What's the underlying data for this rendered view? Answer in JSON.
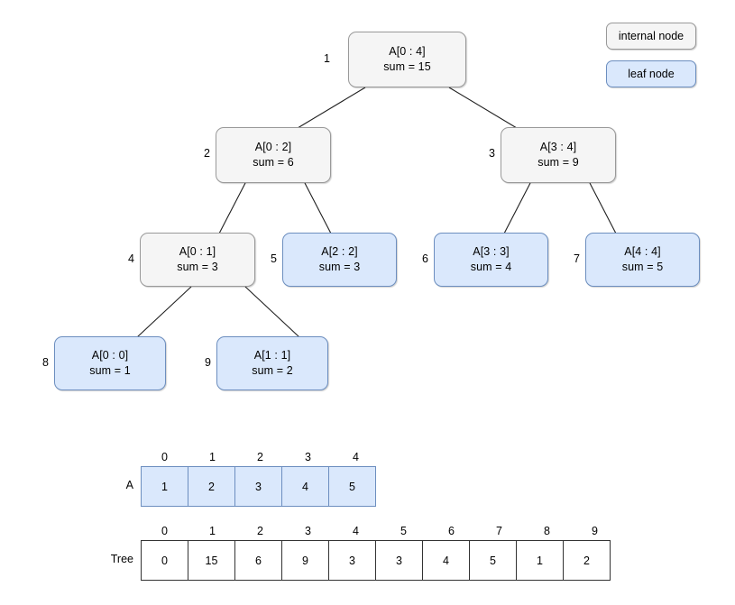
{
  "legend": {
    "internal_label": "internal node",
    "leaf_label": "leaf node",
    "internal_color": "#f5f5f5",
    "internal_border": "#999999",
    "leaf_color": "#dae8fc",
    "leaf_border": "#6c8ebf"
  },
  "tree": {
    "nodes": [
      {
        "index": "1",
        "range": "A[0 : 4]",
        "sum": "sum = 15",
        "type": "internal"
      },
      {
        "index": "2",
        "range": "A[0 : 2]",
        "sum": "sum = 6",
        "type": "internal"
      },
      {
        "index": "3",
        "range": "A[3 : 4]",
        "sum": "sum = 9",
        "type": "internal"
      },
      {
        "index": "4",
        "range": "A[0 : 1]",
        "sum": "sum = 3",
        "type": "internal"
      },
      {
        "index": "5",
        "range": "A[2 : 2]",
        "sum": "sum = 3",
        "type": "leaf"
      },
      {
        "index": "6",
        "range": "A[3 : 3]",
        "sum": "sum = 4",
        "type": "leaf"
      },
      {
        "index": "7",
        "range": "A[4 : 4]",
        "sum": "sum = 5",
        "type": "leaf"
      },
      {
        "index": "8",
        "range": "A[0 : 0]",
        "sum": "sum = 1",
        "type": "leaf"
      },
      {
        "index": "9",
        "range": "A[1 : 1]",
        "sum": "sum = 2",
        "type": "leaf"
      }
    ]
  },
  "array_a": {
    "label": "A",
    "indices": [
      "0",
      "1",
      "2",
      "3",
      "4"
    ],
    "values": [
      "1",
      "2",
      "3",
      "4",
      "5"
    ]
  },
  "array_tree": {
    "label": "Tree",
    "indices": [
      "0",
      "1",
      "2",
      "3",
      "4",
      "5",
      "6",
      "7",
      "8",
      "9"
    ],
    "values": [
      "0",
      "15",
      "6",
      "9",
      "3",
      "3",
      "4",
      "5",
      "1",
      "2"
    ]
  }
}
